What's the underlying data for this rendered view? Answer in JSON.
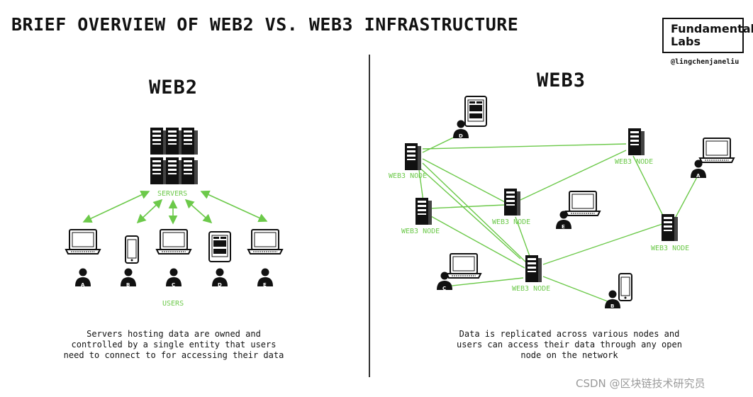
{
  "header": {
    "title": "BRIEF OVERVIEW OF WEB2 VS. WEB3 INFRASTRUCTURE",
    "logo_line1": "Fundamental",
    "logo_line2": "Labs",
    "handle": "@lingchenjaneliu"
  },
  "web2": {
    "heading": "WEB2",
    "servers_label": "SERVERS",
    "users_label": "USERS",
    "users": [
      {
        "letter": "A",
        "device": "laptop-icon"
      },
      {
        "letter": "B",
        "device": "phone-icon"
      },
      {
        "letter": "C",
        "device": "laptop-icon"
      },
      {
        "letter": "D",
        "device": "tablet-icon"
      },
      {
        "letter": "E",
        "device": "laptop-icon"
      }
    ],
    "caption": [
      "Servers hosting data are owned and",
      "controlled by a single entity that users",
      "need to connect to for accessing their data"
    ]
  },
  "web3": {
    "heading": "WEB3",
    "node_label": "WEB3 NODE",
    "users": [
      {
        "letter": "D",
        "device": "tablet-icon"
      },
      {
        "letter": "A",
        "device": "laptop-icon"
      },
      {
        "letter": "E",
        "device": "laptop-icon"
      },
      {
        "letter": "C",
        "device": "laptop-icon"
      },
      {
        "letter": "B",
        "device": "phone-icon"
      }
    ],
    "caption": [
      "Data is replicated across various nodes and",
      "users can access their data through any open",
      "node on the network"
    ]
  },
  "colors": {
    "accent": "#6cc94a",
    "ink": "#111111"
  },
  "watermark": "CSDN @区块链技术研究员"
}
